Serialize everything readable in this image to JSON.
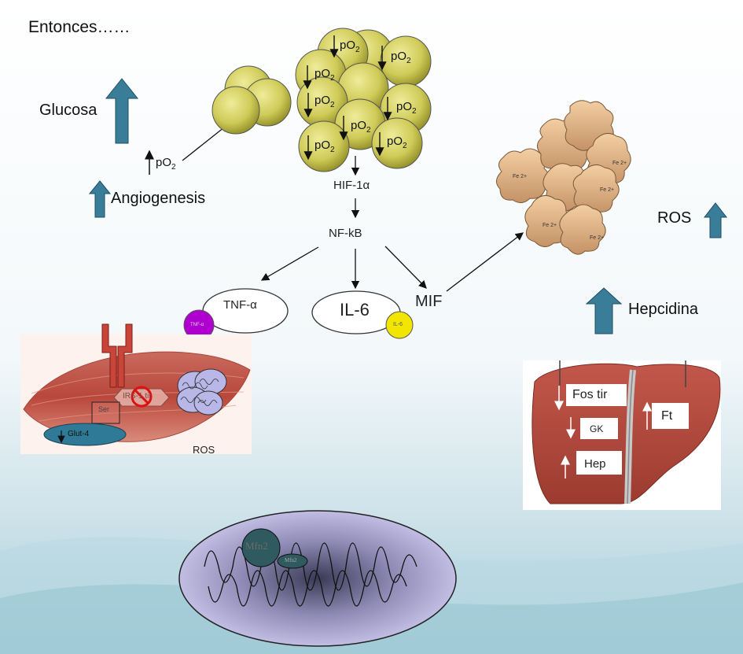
{
  "title": "Entonces……",
  "left": {
    "glucosa": "Glucosa",
    "po2_label": "pO",
    "po2_sub": "2",
    "angiogenesis": "Angiogenesis"
  },
  "cluster": {
    "po2_labels": [
      "pO",
      "pO",
      "pO",
      "pO",
      "pO",
      "pO",
      "pO",
      "pO"
    ],
    "sub": "2"
  },
  "pathway": {
    "hif": "HIF-1α",
    "nfkb": "NF-kB",
    "tnf": "TNF-α",
    "tnf_small": "TNF-α",
    "il6": "IL-6",
    "il6_small": "IL-6",
    "mif": "MIF"
  },
  "muscle": {
    "ser": "Ser",
    "irs": "IRS-1 tir",
    "glut4": "Glut-4",
    "ros": "ROS"
  },
  "adipose": {
    "fe_labels": [
      "Fe 2+",
      "Fe 2+",
      "Fe 2+",
      "Fe 2+",
      "Fe 2+"
    ]
  },
  "right": {
    "ros": "ROS",
    "hepcidina": "Hepcidina"
  },
  "liver": {
    "fos_tir": "Fos tir",
    "gk": "GK",
    "hep": "Hep",
    "ft": "Ft"
  },
  "mito": {
    "mfn2_big": "Mfn2",
    "mfn2_small": "Mfn2"
  },
  "colors": {
    "teal_arrow": "#3a7d99",
    "sphere": "#c9c550",
    "tnf_dot": "#b000d0",
    "il6_dot": "#f2e600",
    "liver": "#b6483b",
    "mito_fill": "#c7c3f0"
  }
}
